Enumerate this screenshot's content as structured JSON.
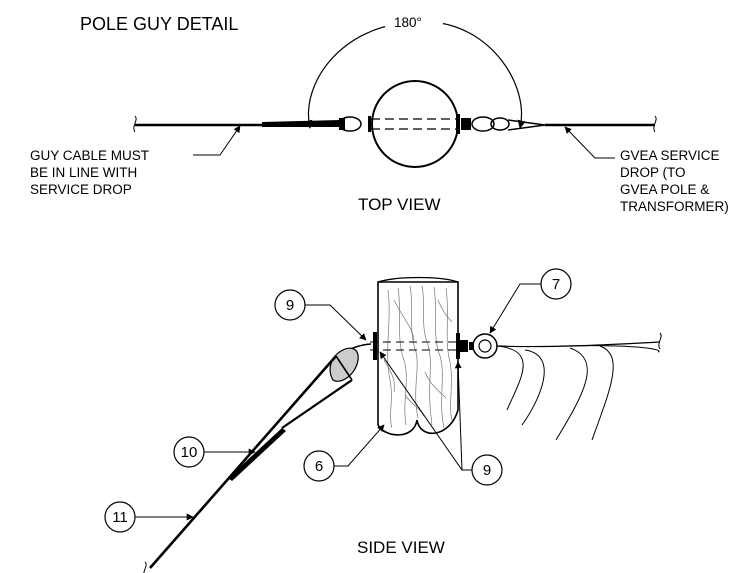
{
  "title": "POLE GUY DETAIL",
  "angle_label": "180°",
  "top_view": {
    "label": "TOP VIEW",
    "note_left": [
      "GUY CABLE MUST",
      "BE IN LINE WITH",
      "SERVICE DROP"
    ],
    "note_right": [
      "GVEA SERVICE",
      "DROP (TO",
      "GVEA POLE &",
      "TRANSFORMER)"
    ]
  },
  "side_view": {
    "label": "SIDE VIEW",
    "callouts": {
      "c9_top": "9",
      "c7": "7",
      "c10": "10",
      "c6": "6",
      "c9_bottom": "9",
      "c11": "11"
    }
  }
}
